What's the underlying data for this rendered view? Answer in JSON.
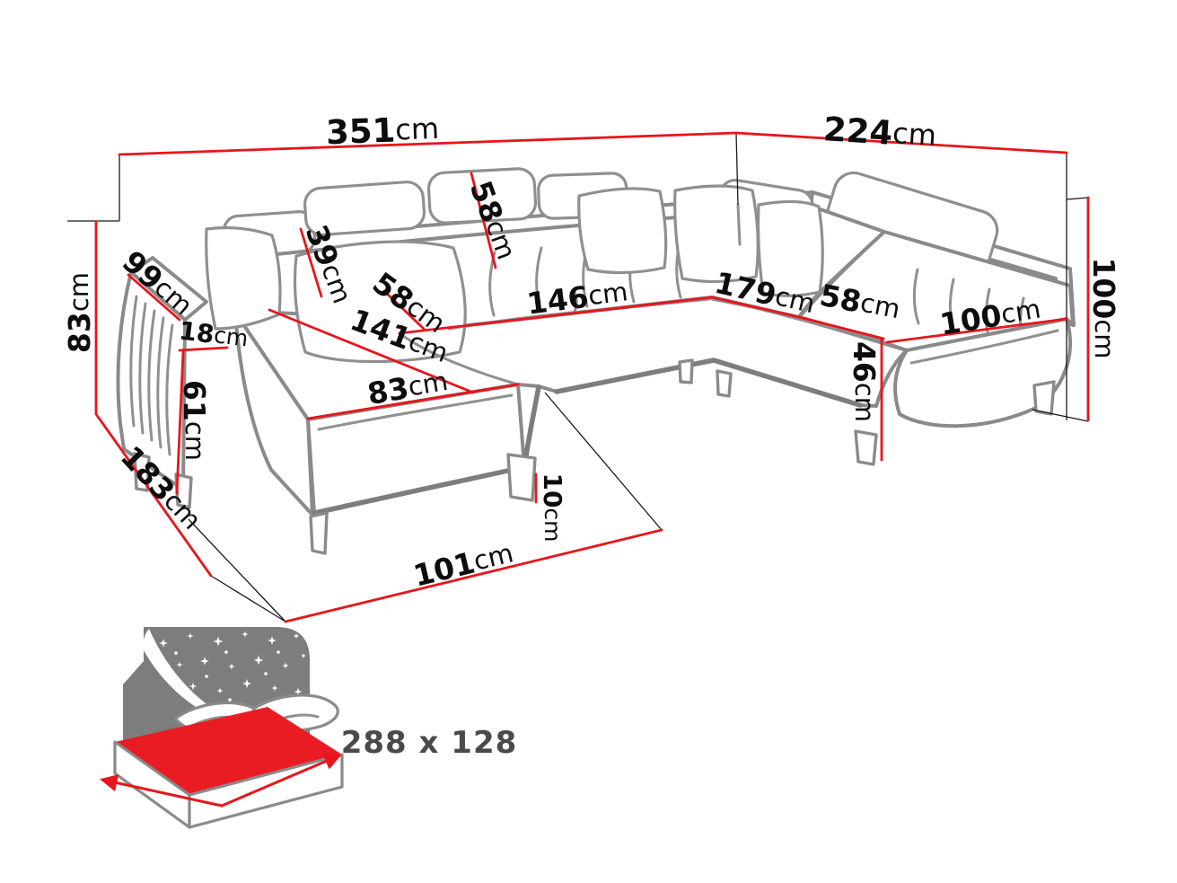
{
  "colors": {
    "dimension_red": "#e8151b",
    "sofa_outline_gray": "#8a8a8a",
    "extension_line_black": "#1a1a1a",
    "label_black": "#0d0d0d",
    "bed_icon_gray": "#7d7d7d",
    "bed_mattress_red": "#ea1c23",
    "bed_size_text_gray": "#4a4a4a"
  },
  "dimensions": {
    "total_width": {
      "value": "351",
      "unit": "cm"
    },
    "total_depth": {
      "value": "224",
      "unit": "cm"
    },
    "height_left": {
      "value": "83",
      "unit": "cm"
    },
    "armrest_length": {
      "value": "99",
      "unit": "cm"
    },
    "armrest_width": {
      "value": "18",
      "unit": "cm"
    },
    "armrest_height": {
      "value": "61",
      "unit": "cm"
    },
    "depth_left": {
      "value": "183",
      "unit": "cm"
    },
    "backrest_depth": {
      "value": "39",
      "unit": "cm"
    },
    "headrest_width": {
      "value": "58",
      "unit": "cm"
    },
    "seat_depth_left": {
      "value": "58",
      "unit": "cm"
    },
    "seat_length_main": {
      "value": "146",
      "unit": "cm"
    },
    "seat_length_corner": {
      "value": "179",
      "unit": "cm"
    },
    "seat_depth_right": {
      "value": "58",
      "unit": "cm"
    },
    "chaise_width_right": {
      "value": "100",
      "unit": "cm"
    },
    "seat_height": {
      "value": "46",
      "unit": "cm"
    },
    "total_height": {
      "value": "100",
      "unit": "cm"
    },
    "leg_height": {
      "value": "10",
      "unit": "cm"
    },
    "front_width": {
      "value": "101",
      "unit": "cm"
    },
    "chaise_length": {
      "value": "141",
      "unit": "cm"
    },
    "chaise_width": {
      "value": "83",
      "unit": "cm"
    }
  },
  "sleeping_area": {
    "size": "288 x 128"
  }
}
